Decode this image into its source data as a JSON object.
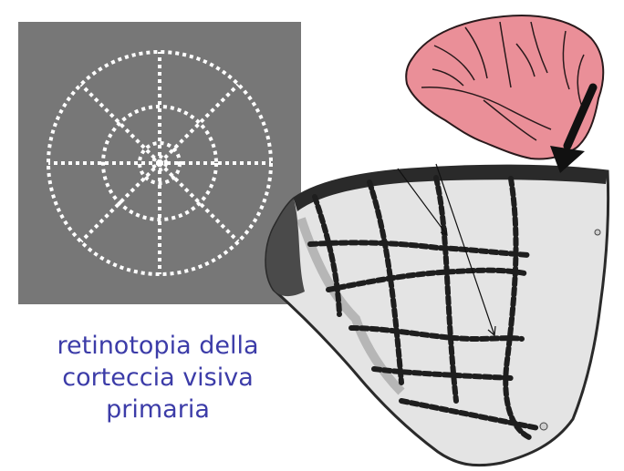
{
  "caption": {
    "line1": "retinotopia della",
    "line2": "corteccia visiva",
    "line3": "primaria"
  },
  "colors": {
    "stimulus_background": "#777777",
    "stimulus_dots": "#ffffff",
    "brain_fill": "#ea8f98",
    "brain_outline": "#2a1a1c",
    "cortex_tissue": "#e6e6e6",
    "cortex_stain": "#1e1e1e",
    "caption_text": "#3c3ca8"
  },
  "icons": [
    "macaque-brain-icon",
    "direction-arrow-icon"
  ]
}
